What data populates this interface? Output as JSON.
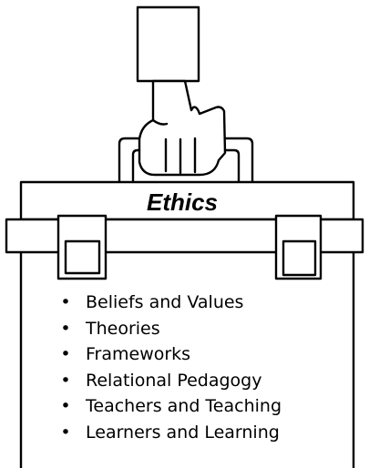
{
  "diagram": {
    "title": "Ethics",
    "bullet_glyph": "•",
    "items": [
      "Beliefs and Values",
      "Theories",
      "Frameworks",
      "Relational Pedagogy",
      "Teachers and Teaching",
      "Learners and Learning"
    ],
    "colors": {
      "line": "#000000",
      "fill": "#ffffff",
      "text": "#000000"
    },
    "icons": [
      "hand-icon",
      "briefcase-icon"
    ]
  }
}
